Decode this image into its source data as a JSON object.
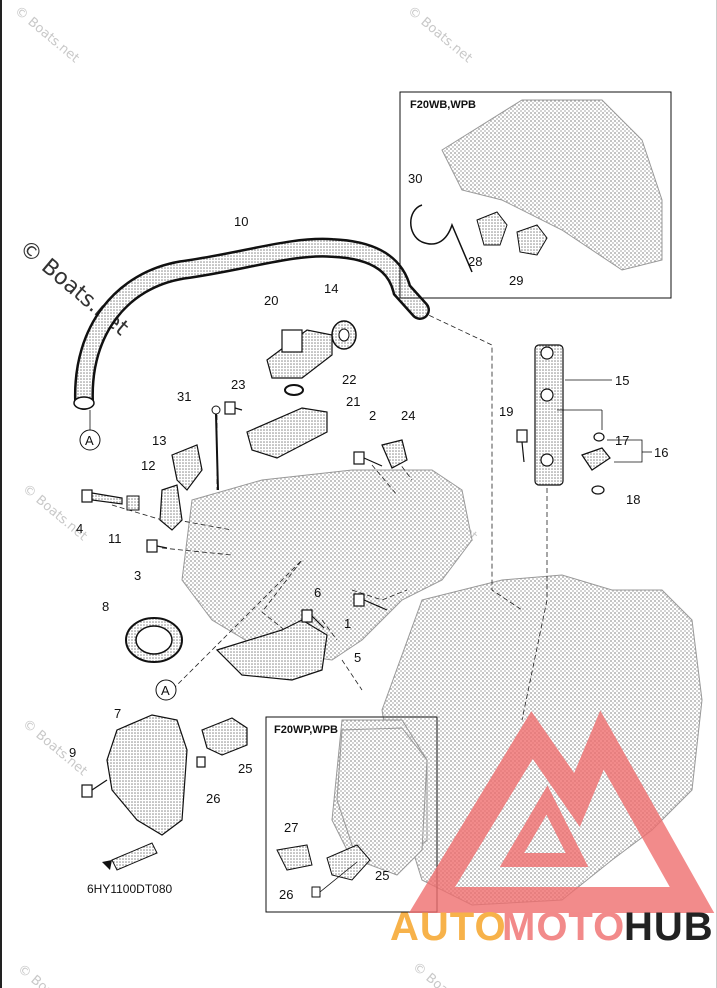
{
  "diagram": {
    "code": "6HY1100DT080",
    "inset_top": {
      "title": "F20WB,WPB",
      "parts": [
        "30",
        "28",
        "29"
      ]
    },
    "inset_bottom": {
      "title": "F20WP,WPB",
      "parts": [
        "27",
        "25",
        "26"
      ]
    },
    "callout": "A",
    "callout_2": "A",
    "parts": [
      "1",
      "2",
      "3",
      "4",
      "5",
      "6",
      "7",
      "8",
      "9",
      "10",
      "11",
      "12",
      "13",
      "14",
      "15",
      "16",
      "17",
      "18",
      "19",
      "20",
      "21",
      "22",
      "23",
      "24",
      "25",
      "26",
      "31"
    ]
  },
  "watermarks": {
    "text": "© Boats.net",
    "side_text": "© Boats.net"
  },
  "brand": {
    "part1": "AUTO",
    "part2": "MOTO",
    "part3": "HUB",
    "colors": {
      "auto": "#f7b24a",
      "moto": "#f28a8a",
      "hub": "#222222",
      "logo": "#ef6e6e"
    }
  }
}
